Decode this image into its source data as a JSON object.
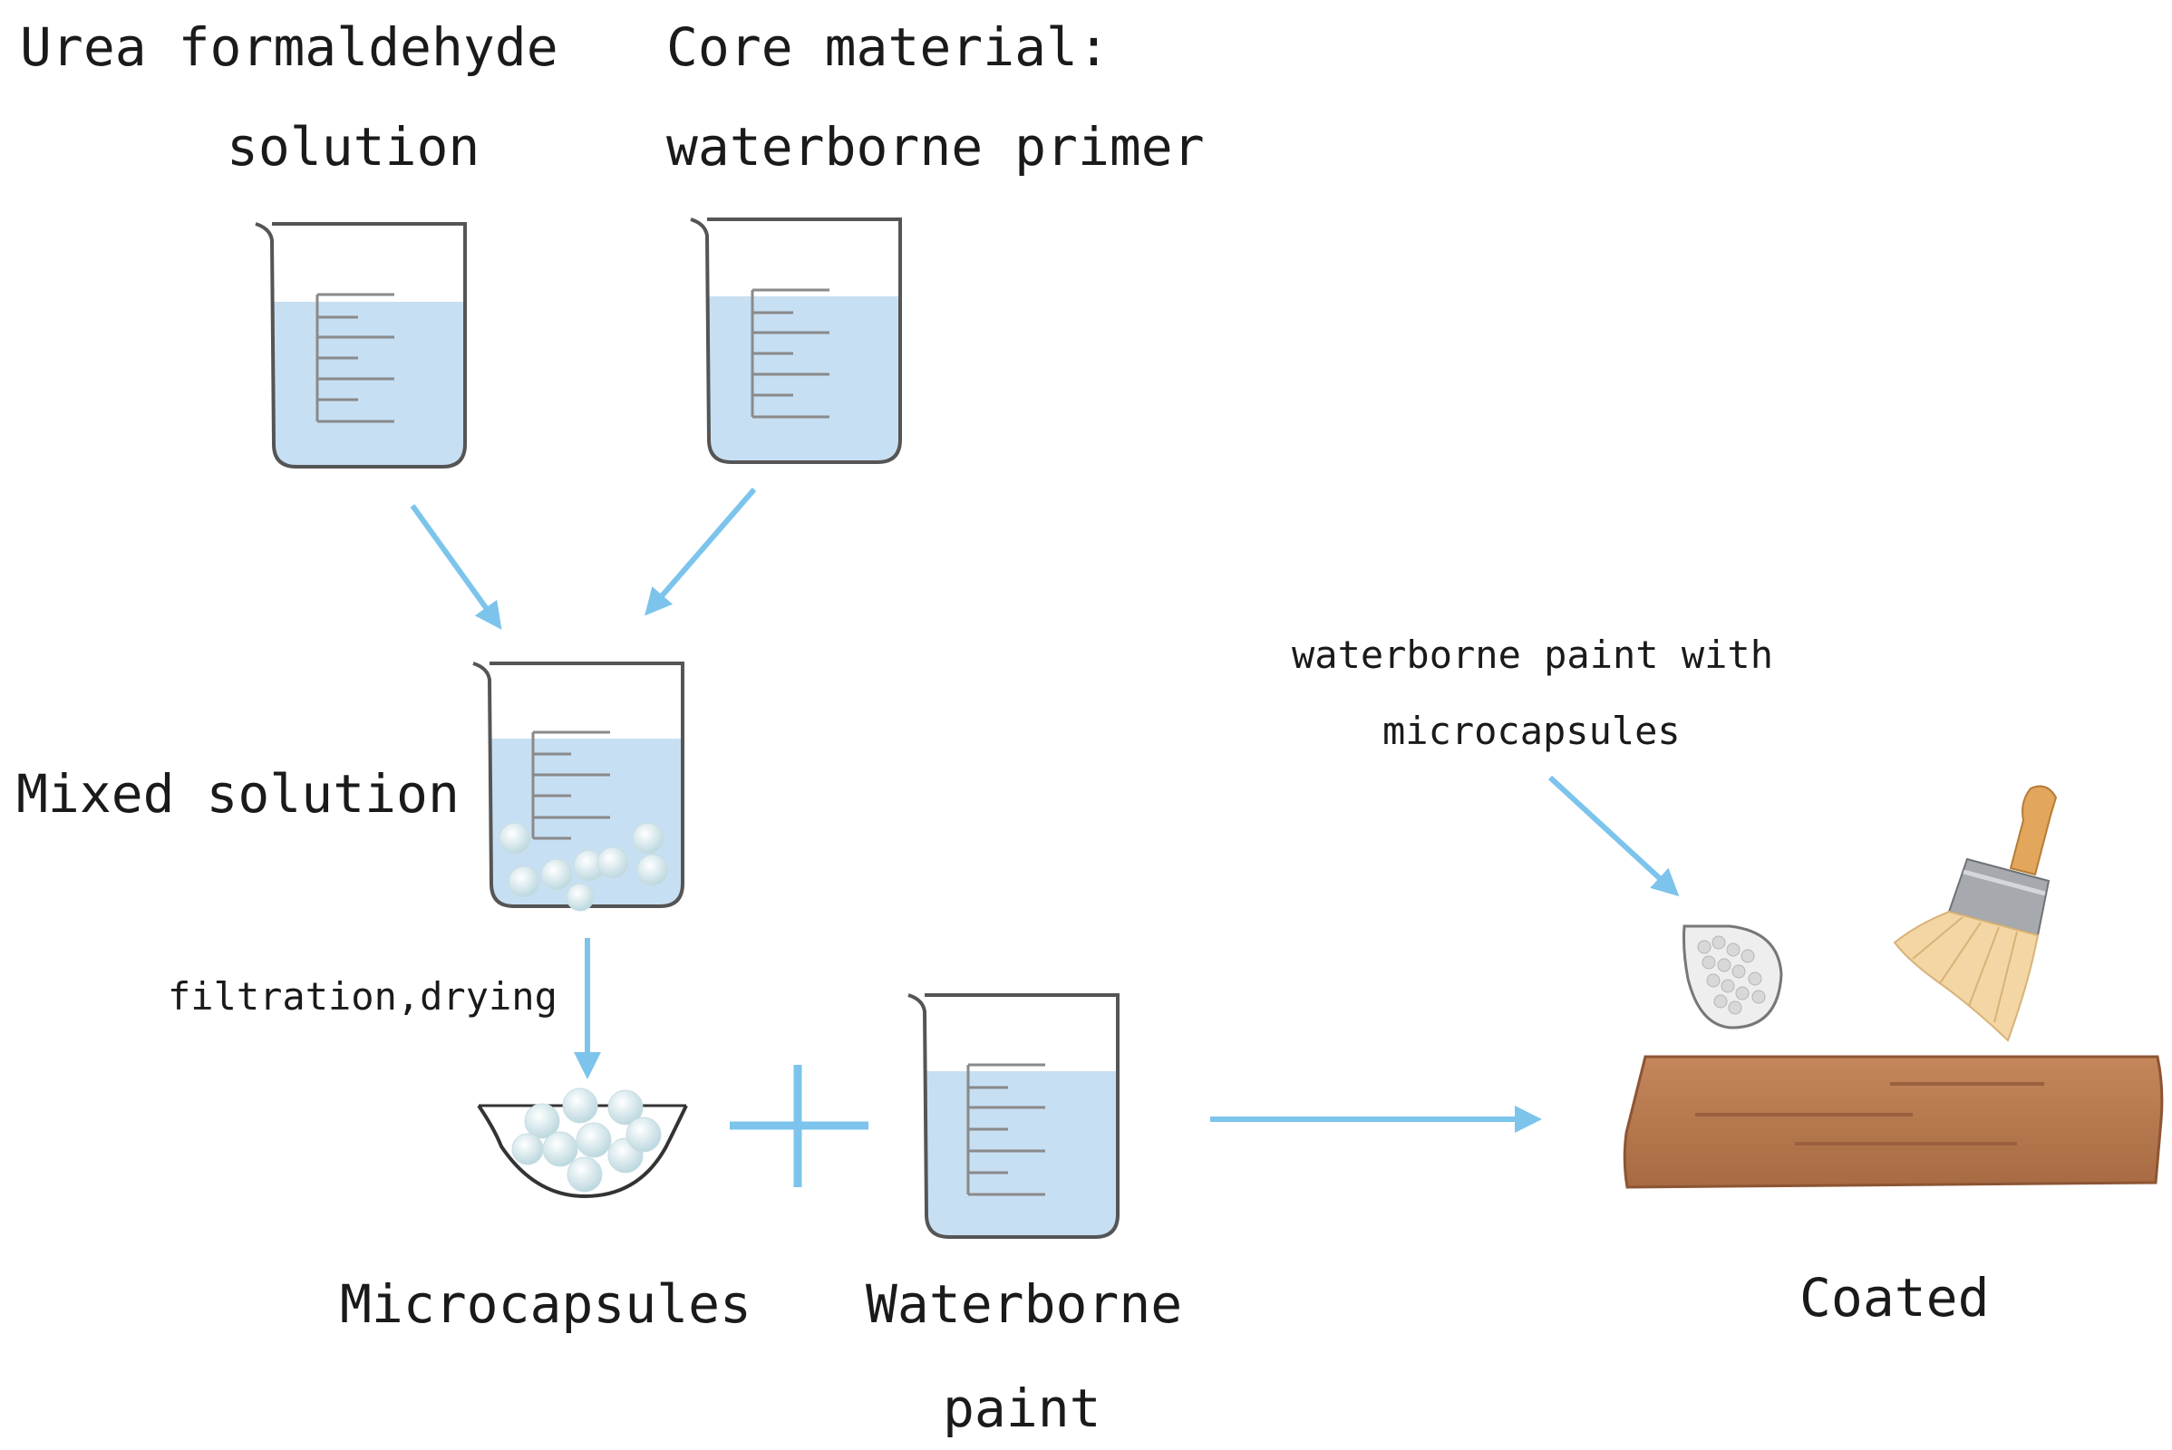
{
  "labels": {
    "urea_line1": "Urea formaldehyde",
    "urea_line2": "solution",
    "core_line1": "Core material:",
    "core_line2": "waterborne primer",
    "mixed": "Mixed solution",
    "filtration": "filtration,drying",
    "microcapsules": "Microcapsules",
    "waterborne_line1": "Waterborne",
    "waterborne_line2": "paint",
    "paint_with_line1": "waterborne paint with",
    "paint_with_line2": "microcapsules",
    "coated": "Coated"
  },
  "colors": {
    "liquid": "#c7dff2",
    "arrow": "#7cc4ec",
    "beaker_outline": "#555555",
    "microcapsule": "#d7e9ee",
    "wood": "#b97a4e",
    "wood_grain": "#9a6040",
    "brush_handle": "#e2a65c",
    "brush_ferrule": "#a6a9ad",
    "brush_bristles": "#f3d6a4"
  },
  "icons": [
    "beaker-icon",
    "bowl-icon",
    "plus-icon",
    "paint-drop-icon",
    "paint-brush-icon",
    "wood-board-icon",
    "arrow-icon"
  ]
}
